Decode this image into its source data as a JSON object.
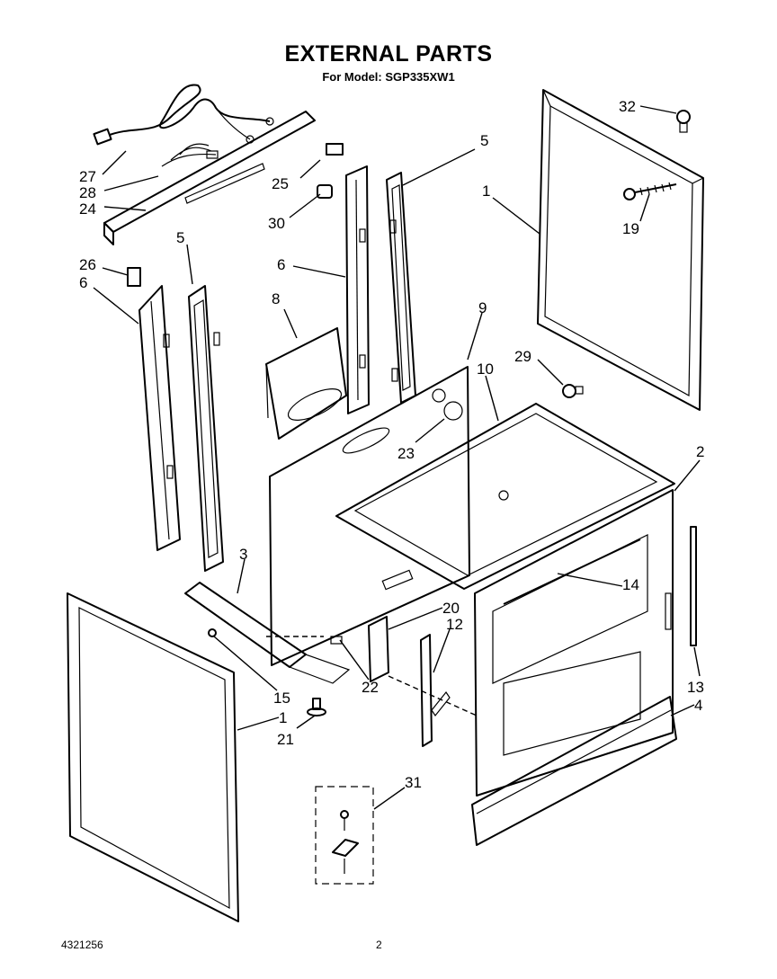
{
  "header": {
    "title": "EXTERNAL PARTS",
    "subtitle": "For Model: SGP335XW1"
  },
  "footer": {
    "document_number": "4321256",
    "page_number": "2"
  },
  "callouts": [
    {
      "id": "c32",
      "label": "32"
    },
    {
      "id": "c5a",
      "label": "5"
    },
    {
      "id": "c1a",
      "label": "1"
    },
    {
      "id": "c19",
      "label": "19"
    },
    {
      "id": "c27",
      "label": "27"
    },
    {
      "id": "c28",
      "label": "28"
    },
    {
      "id": "c24",
      "label": "24"
    },
    {
      "id": "c25",
      "label": "25"
    },
    {
      "id": "c30",
      "label": "30"
    },
    {
      "id": "c6a",
      "label": "6"
    },
    {
      "id": "c5b",
      "label": "5"
    },
    {
      "id": "c26",
      "label": "26"
    },
    {
      "id": "c6b",
      "label": "6"
    },
    {
      "id": "c8",
      "label": "8"
    },
    {
      "id": "c9",
      "label": "9"
    },
    {
      "id": "c10",
      "label": "10"
    },
    {
      "id": "c29",
      "label": "29"
    },
    {
      "id": "c23",
      "label": "23"
    },
    {
      "id": "c2",
      "label": "2"
    },
    {
      "id": "c3",
      "label": "3"
    },
    {
      "id": "c14",
      "label": "14"
    },
    {
      "id": "c20",
      "label": "20"
    },
    {
      "id": "c12",
      "label": "12"
    },
    {
      "id": "c22",
      "label": "22"
    },
    {
      "id": "c15",
      "label": "15"
    },
    {
      "id": "c1b",
      "label": "1"
    },
    {
      "id": "c21",
      "label": "21"
    },
    {
      "id": "c13",
      "label": "13"
    },
    {
      "id": "c4",
      "label": "4"
    },
    {
      "id": "c31",
      "label": "31"
    }
  ]
}
